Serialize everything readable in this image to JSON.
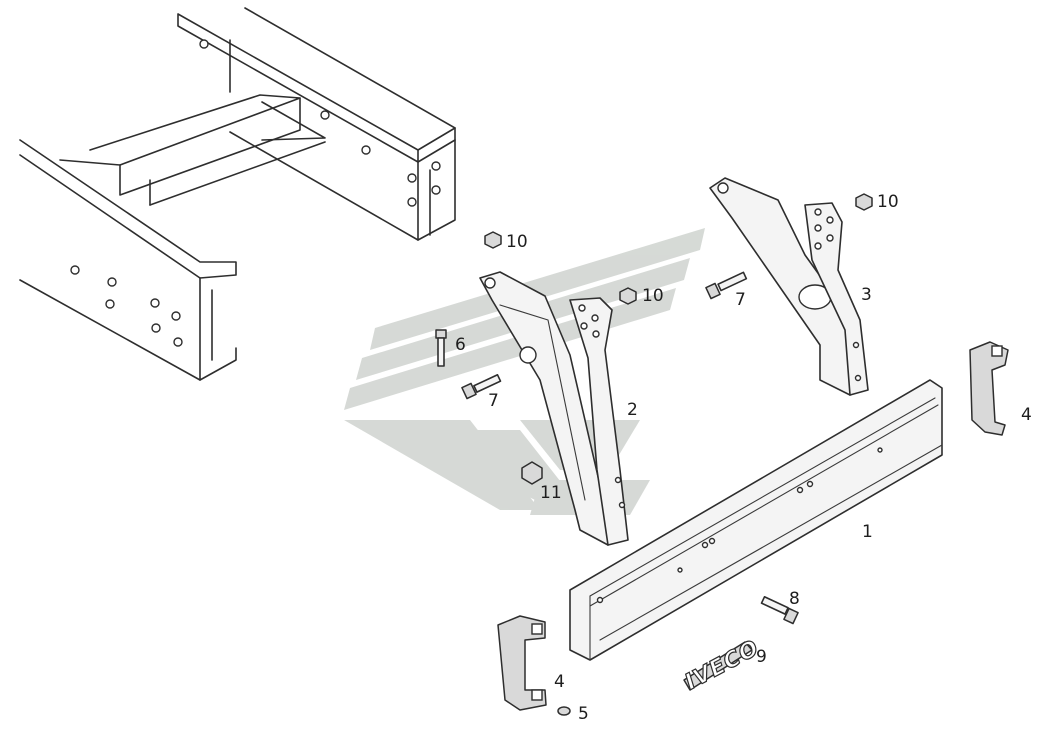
{
  "callouts": [
    {
      "id": "callout-1",
      "label": "1"
    },
    {
      "id": "callout-2",
      "label": "2"
    },
    {
      "id": "callout-3",
      "label": "3"
    },
    {
      "id": "callout-4-right",
      "label": "4"
    },
    {
      "id": "callout-4-left",
      "label": "4"
    },
    {
      "id": "callout-5",
      "label": "5"
    },
    {
      "id": "callout-6",
      "label": "6"
    },
    {
      "id": "callout-7-left",
      "label": "7"
    },
    {
      "id": "callout-7-right",
      "label": "7"
    },
    {
      "id": "callout-8",
      "label": "8"
    },
    {
      "id": "callout-9",
      "label": "9"
    },
    {
      "id": "callout-10-a",
      "label": "10"
    },
    {
      "id": "callout-10-b",
      "label": "10"
    },
    {
      "id": "callout-10-c",
      "label": "10"
    },
    {
      "id": "callout-11",
      "label": "11"
    }
  ],
  "emblem": {
    "text": "IVECO"
  },
  "watermark": {
    "color": "#c9cdc9"
  },
  "line_color": "#2e2e2e"
}
